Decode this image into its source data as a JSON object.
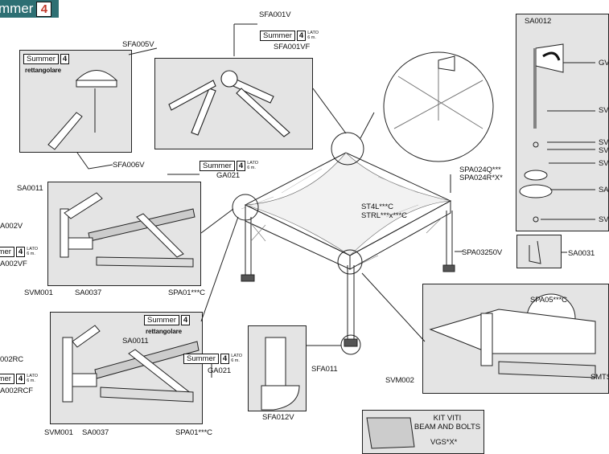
{
  "header": {
    "brand_text": "mmer",
    "brand_number": "4"
  },
  "colors": {
    "brand_bg": "#2d6f73",
    "brand_number": "#c0392b",
    "panel_bg": "#e4e4e4"
  },
  "labels": {
    "sfa001v": "SFA001V",
    "sfa001vf": "SFA001VF",
    "sfa005v": "SFA005V",
    "sfa006v": "SFA006V",
    "sa0012": "SA0012",
    "gv": "GV",
    "sv1": "SV",
    "sv2": "SV",
    "sv3": "SV",
    "sv4": "SV",
    "sa_right": "SA",
    "sv5": "SV",
    "sa0031": "SA0031",
    "spa024q": "SPA024Q***",
    "spa024r": "SPA024R*X*",
    "st4l": "ST4L***C",
    "strl": "STRL***x***C",
    "spa03250v": "SPA03250V",
    "sa0011_top": "SA0011",
    "a002v": "A002V",
    "a002vf": "A002VF",
    "ga021_top": "GA021",
    "svm001_top": "SVM001",
    "sa0037_top": "SA0037",
    "spa01_top": "SPA01***C",
    "sa0011_bot": "SA0011",
    "o02rc": "002RC",
    "a002rcf": "A002RCF",
    "ga021_bot": "GA021",
    "svm001_bot": "SVM001",
    "sa0037_bot": "SA0037",
    "spa01_bot": "SPA01***C",
    "sfa011": "SFA011",
    "sfa012v": "SFA012V",
    "spa05": "SPA05***C",
    "svm002": "SVM002",
    "smts": "SMTS",
    "kit_line1": "KIT VITI",
    "kit_line2": "BEAM AND BOLTS",
    "vgs": "VGS*X*"
  },
  "tags": {
    "summer": "Summer",
    "num": "4",
    "lato": "LATO",
    "lato_size": "6 m.",
    "rettangolare": "rettangolare"
  }
}
